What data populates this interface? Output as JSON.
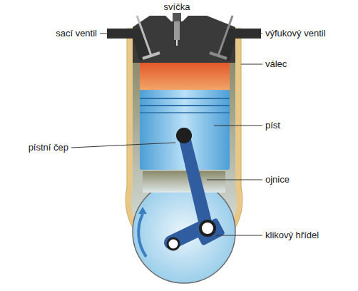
{
  "diagram": {
    "labels": [
      "svíčka",
      "sací ventil",
      "výfukový ventil",
      "válec",
      "píst",
      "pístní čep",
      "ojnice",
      "klikový hřídel"
    ]
  }
}
